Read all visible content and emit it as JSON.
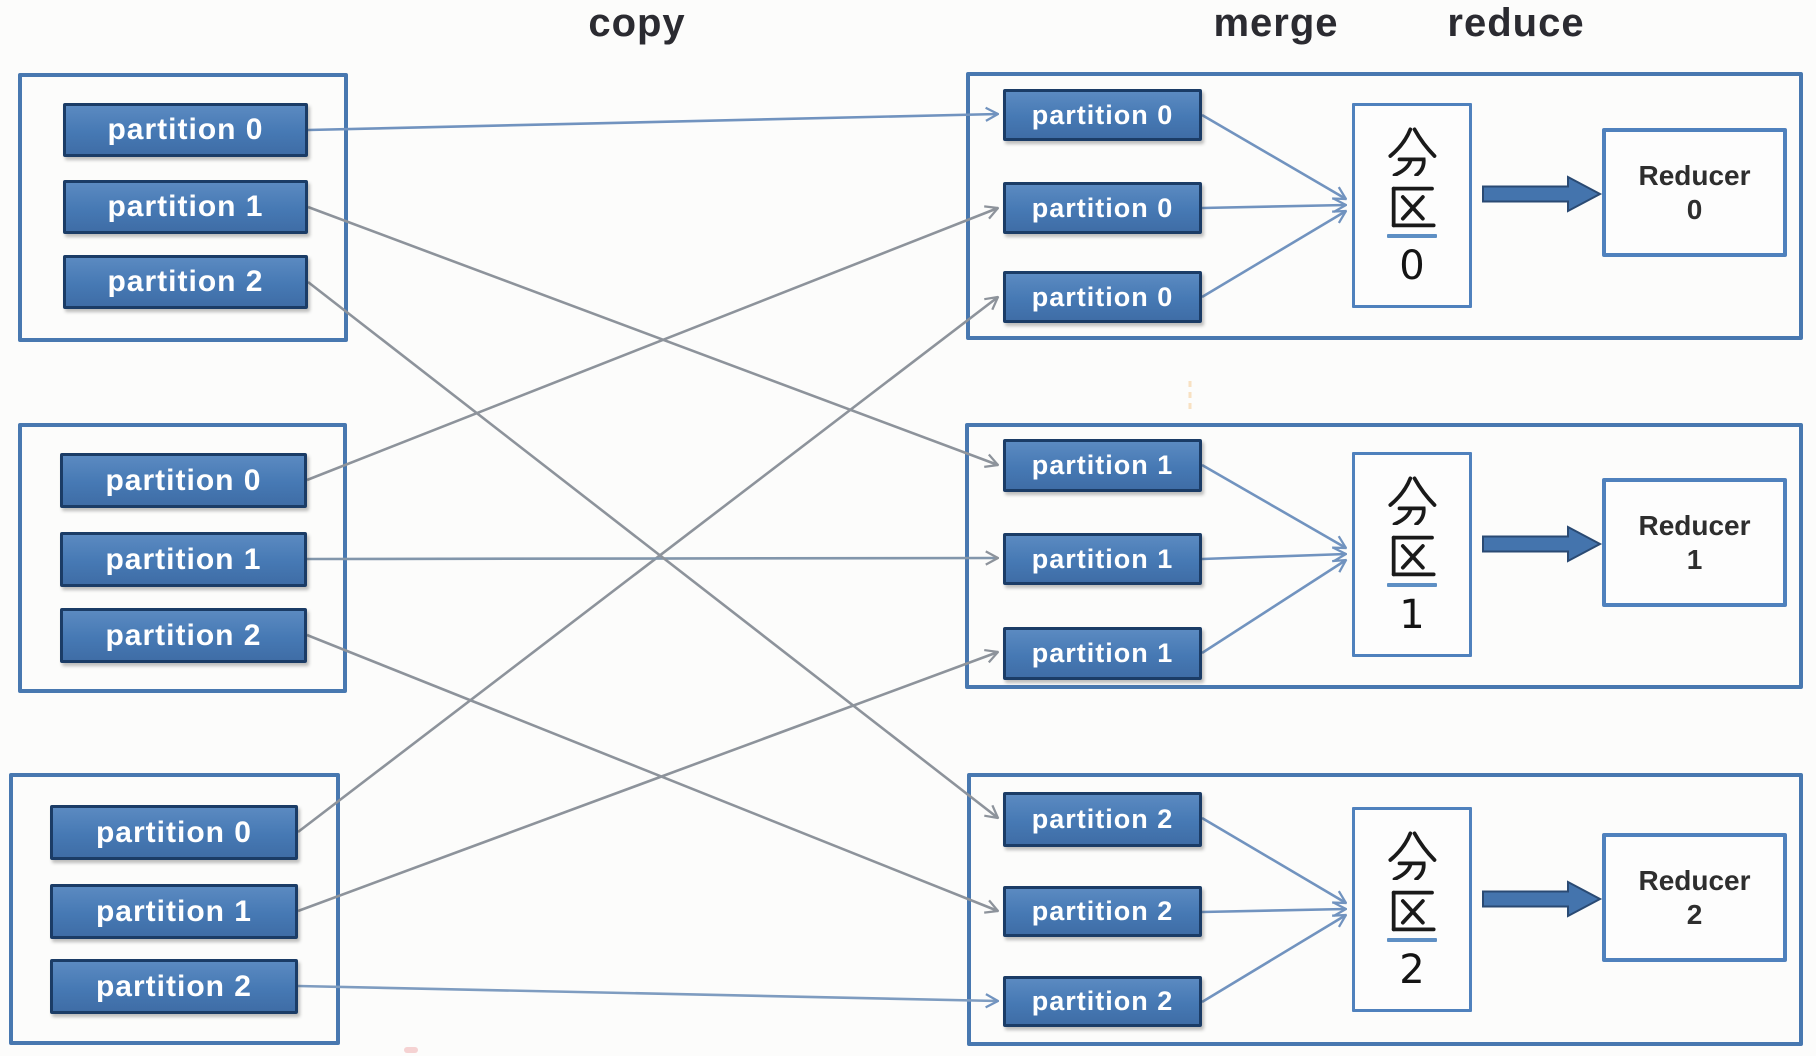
{
  "phases": {
    "copy": "copy",
    "merge": "merge",
    "reduce": "reduce"
  },
  "mappers": [
    {
      "chips": [
        "partition 0",
        "partition 1",
        "partition 2"
      ]
    },
    {
      "chips": [
        "partition 0",
        "partition 1",
        "partition 2"
      ]
    },
    {
      "chips": [
        "partition 0",
        "partition 1",
        "partition 2"
      ]
    }
  ],
  "merge_groups": [
    {
      "chips": [
        "partition 0",
        "partition 0",
        "partition 0"
      ],
      "partition_box": {
        "label": "分区 0",
        "hanzi": [
          "分",
          "区"
        ],
        "number": "0"
      },
      "reducer": {
        "line1": "Reducer",
        "line2": "0"
      }
    },
    {
      "chips": [
        "partition 1",
        "partition 1",
        "partition 1"
      ],
      "partition_box": {
        "label": "分区 1",
        "hanzi": [
          "分",
          "区"
        ],
        "number": "1"
      },
      "reducer": {
        "line1": "Reducer",
        "line2": "1"
      }
    },
    {
      "chips": [
        "partition 2",
        "partition 2",
        "partition 2"
      ],
      "partition_box": {
        "label": "分区 2",
        "hanzi": [
          "分",
          "区"
        ],
        "number": "2"
      },
      "reducer": {
        "line1": "Reducer",
        "line2": "2"
      }
    }
  ],
  "colors": {
    "chip_fill": "#4679b4",
    "chip_border": "#1b3c66",
    "group_border": "#4878b0",
    "node_border": "#4f81bd",
    "line_gray": "#8d939b",
    "line_blue": "#7193bf",
    "arrow_fill": "#4474ad",
    "arrow_outline": "#2a4a73",
    "label_text": "#2b2b31",
    "chip_text": "#ffffff"
  }
}
